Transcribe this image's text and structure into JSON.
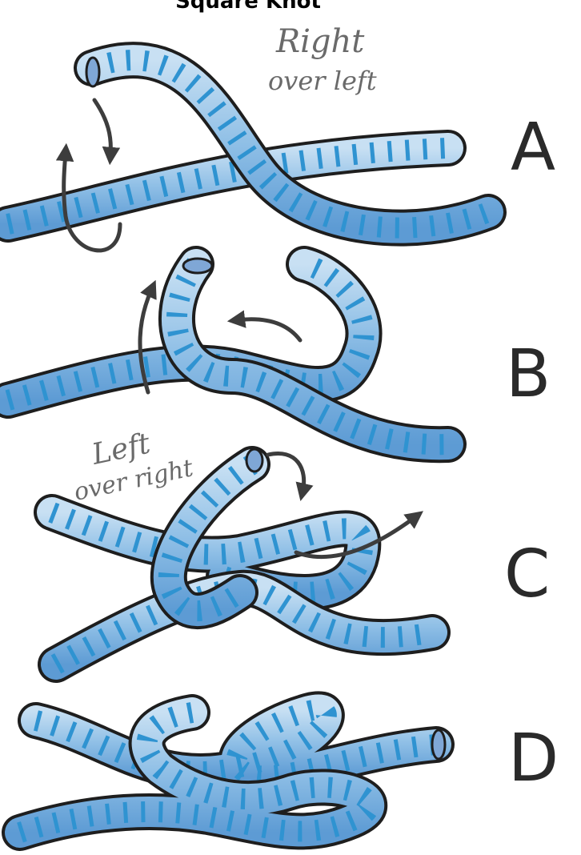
{
  "title": "Square Knot",
  "colors": {
    "rope_light": "#a9cdea",
    "rope_mid": "#6aa8dd",
    "rope_stripe": "#2f93d1",
    "outline": "#1e1e1e",
    "arrow": "#3d3d3d",
    "note_text": "#6a6a6a"
  },
  "steps": [
    {
      "letter": "A",
      "note_lines": [
        "Right",
        "over left"
      ]
    },
    {
      "letter": "B",
      "note_lines": []
    },
    {
      "letter": "C",
      "note_lines": [
        "Left",
        "over right"
      ]
    },
    {
      "letter": "D",
      "note_lines": []
    }
  ]
}
